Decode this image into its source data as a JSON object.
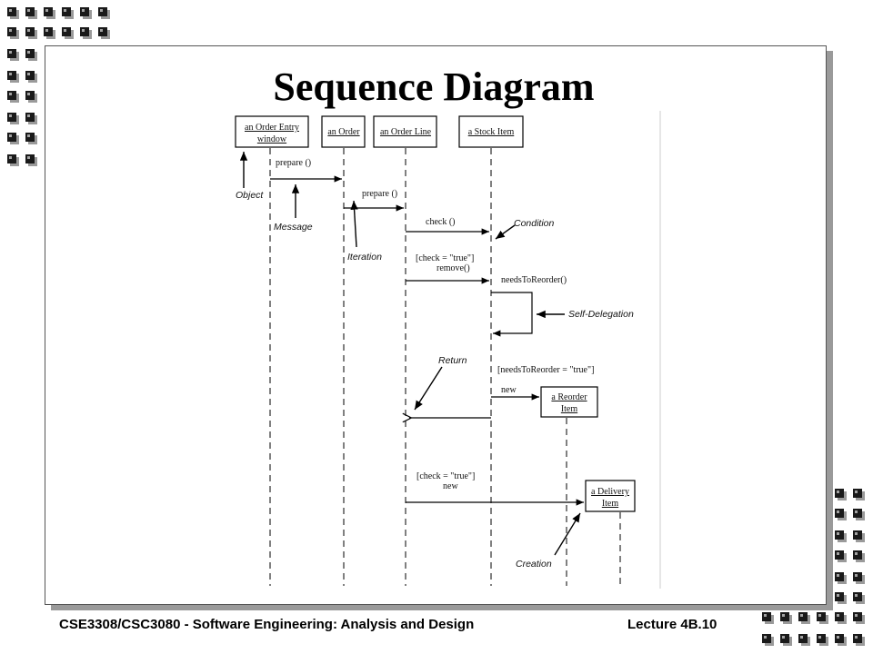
{
  "slide": {
    "title": "Sequence Diagram",
    "footer_left": "CSE3308/CSC3080 - Software Engineering: Analysis and Design",
    "footer_right": "Lecture 4B.10"
  },
  "diagram": {
    "objects": [
      {
        "line1": "an Order Entry",
        "line2": "window"
      },
      {
        "line1": "an Order",
        "line2": ""
      },
      {
        "line1": "an Order Line",
        "line2": ""
      },
      {
        "line1": "a Stock Item",
        "line2": ""
      },
      {
        "line1": "a Reorder",
        "line2": "Item"
      },
      {
        "line1": "a Delivery",
        "line2": "Item"
      }
    ],
    "messages": {
      "prepare1": "prepare ()",
      "prepare2": "prepare ()",
      "check": "check ()",
      "cond1_line1": "[check = \"true\"]",
      "cond1_line2": "remove()",
      "needs": "needsToReorder()",
      "cond2": "[needsToReorder = \"true\"]",
      "new1": "new",
      "cond3": "[check = \"true\"]",
      "new2": "new"
    },
    "annotations": {
      "object": "Object",
      "message": "Message",
      "iteration": "Iteration",
      "condition": "Condition",
      "self_delegation": "Self-Delegation",
      "return": "Return",
      "creation": "Creation"
    }
  }
}
